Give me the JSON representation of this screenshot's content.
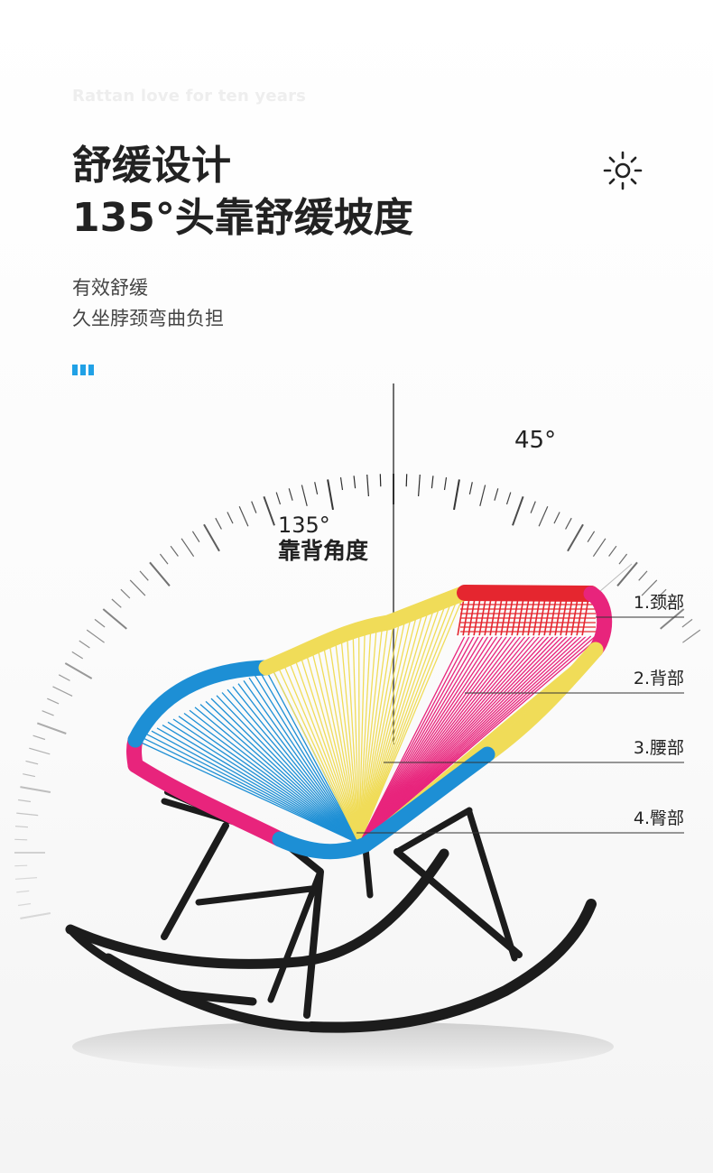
{
  "header": {
    "tagline": "Rattan love for ten years",
    "title_line1": "舒缓设计",
    "title_line2": "135°头靠舒缓坡度",
    "desc_line1": "有效舒缓",
    "desc_line2": "久坐脖颈弯曲负担",
    "accent_color": "#21a1e6",
    "icon": "sun-icon"
  },
  "angle": {
    "label_45": "45°",
    "label_135": "135°",
    "label_135_sub": "靠背角度"
  },
  "callouts": {
    "neck": "1.颈部",
    "back": "2.背部",
    "waist": "3.腰部",
    "hip": "4.臀部"
  },
  "colors": {
    "rope_red": "#e5262f",
    "rope_magenta": "#e8247c",
    "rope_yellow": "#f0dc58",
    "rope_blue": "#1d8fd5",
    "frame": "#1c1c1c"
  }
}
